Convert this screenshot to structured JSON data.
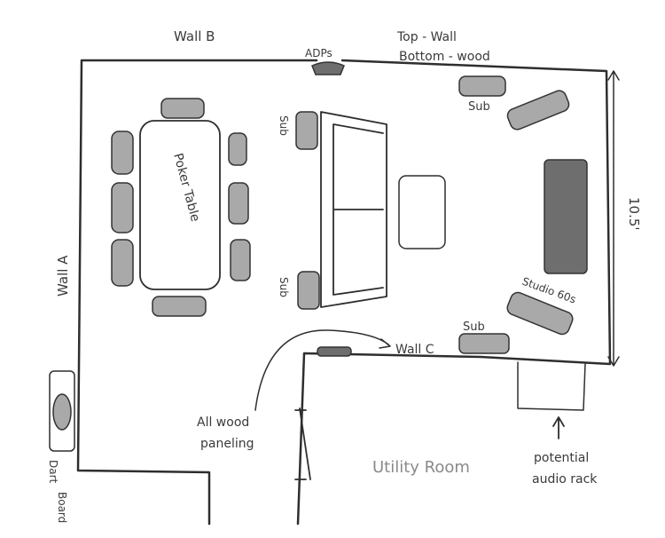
{
  "walls": {
    "wall_b": "Wall B",
    "wall_a": "Wall A",
    "wall_c": "Wall C",
    "top_note_line1": "Top - Wall",
    "top_note_line2": "Bottom - wood",
    "dimension": "10.5'"
  },
  "equipment": {
    "adps": "ADPs",
    "sub_top_right": "Sub",
    "sub_bottom_right": "Sub",
    "sub_left_top": "Sub",
    "sub_left_bottom": "Sub",
    "speaker": "Studio 60s"
  },
  "furniture": {
    "poker_table": "Poker Table"
  },
  "notes": {
    "paneling_line1": "All wood",
    "paneling_line2": "paneling",
    "utility_room": "Utility Room",
    "rack_line1": "potential",
    "rack_line2": "audio rack",
    "dart_line1": "Dart",
    "dart_line2": "Board"
  }
}
